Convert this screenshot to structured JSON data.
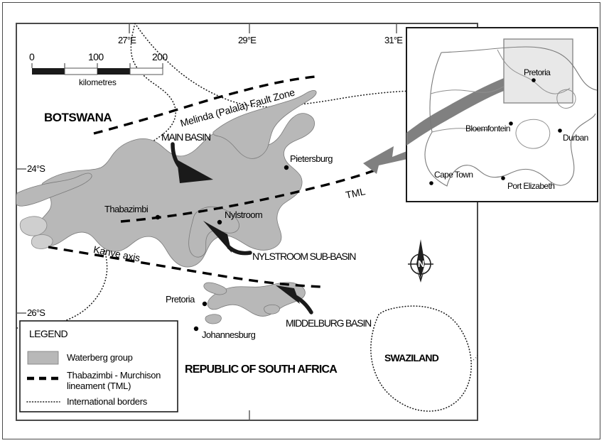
{
  "figure": {
    "type": "geological-map",
    "region": "Waterberg Group basins, Republic of South Africa"
  },
  "scalebar": {
    "ticks": [
      "0",
      "100",
      "200"
    ],
    "unit": "kilometres"
  },
  "graticule": {
    "longitudes": [
      "27°E",
      "29°E",
      "31°E"
    ],
    "latitudes": [
      "24°S",
      "26°S"
    ]
  },
  "countries": [
    {
      "name": "BOTSWANA"
    },
    {
      "name": "REPUBLIC OF SOUTH AFRICA"
    },
    {
      "name": "SWAZILAND"
    }
  ],
  "basins": [
    {
      "name": "MAIN BASIN"
    },
    {
      "name": "NYLSTROOM SUB-BASIN"
    },
    {
      "name": "MIDDELBURG BASIN"
    }
  ],
  "structures": [
    {
      "name": "Melinda (Palala) Fault Zone"
    },
    {
      "name": "TML"
    },
    {
      "name": "Kanye axis"
    }
  ],
  "cities": [
    {
      "name": "Pietersburg"
    },
    {
      "name": "Thabazimbi"
    },
    {
      "name": "Nylstroom"
    },
    {
      "name": "Pretoria"
    },
    {
      "name": "Johannesburg"
    }
  ],
  "north_arrow": {
    "label": "N"
  },
  "legend": {
    "title": "LEGEND",
    "items": [
      {
        "symbol": "filled-swatch",
        "label": "Waterberg group"
      },
      {
        "symbol": "dashed-line",
        "label": "Thabazimbi - Murchison lineament (TML)",
        "line1": "Thabazimbi - Murchison",
        "line2": "lineament (TML)"
      },
      {
        "symbol": "dotted-line",
        "label": "International borders"
      }
    ]
  },
  "inset": {
    "cities": [
      {
        "name": "Pretoria"
      },
      {
        "name": "Bloemfontein"
      },
      {
        "name": "Durban"
      },
      {
        "name": "Cape Town"
      },
      {
        "name": "Port Elizabeth"
      }
    ]
  },
  "colors": {
    "waterberg_fill": "#b8b8b8",
    "inset_study_fill": "#e3e3e3",
    "pointer_band": "#808080",
    "line_black": "#000000",
    "frame": "#4a4a4a"
  }
}
